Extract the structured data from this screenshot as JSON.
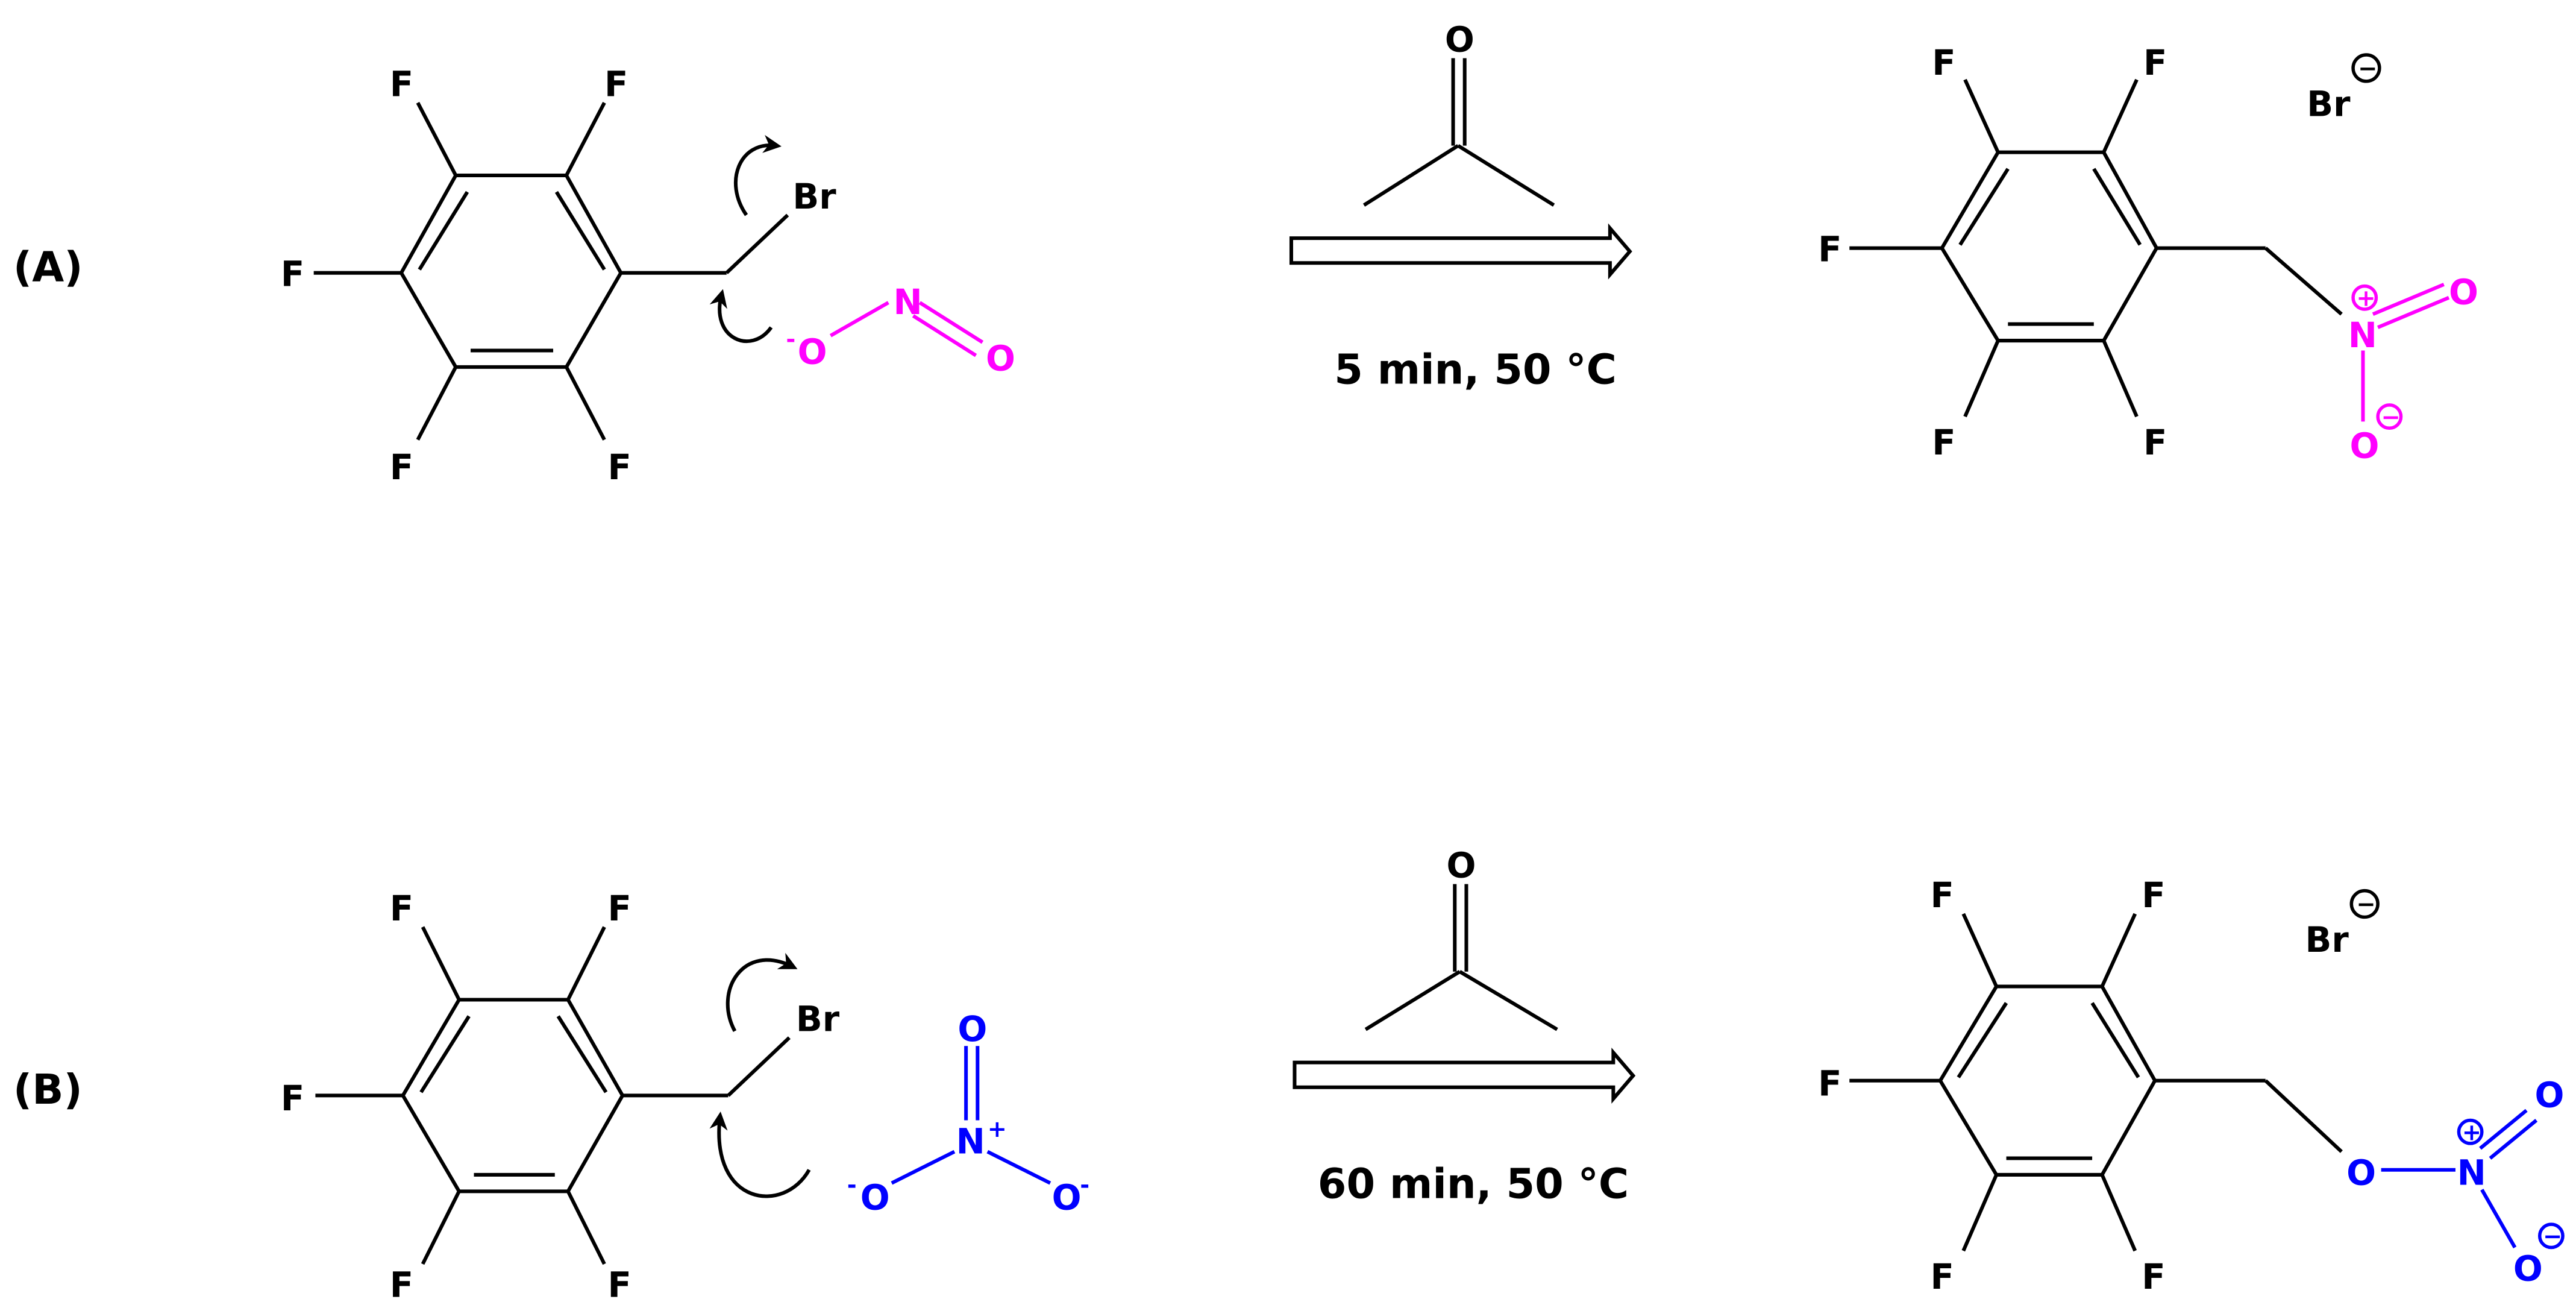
{
  "colors": {
    "bond": "#000000",
    "nitrite": "#ff00ff",
    "nitrate": "#0000ff",
    "background": "#ffffff"
  },
  "reactions": [
    {
      "label": "(A)",
      "reactant": {
        "substituents": [
          "F",
          "F",
          "F",
          "F",
          "F"
        ],
        "leaving_group": "Br"
      },
      "nucleophile": {
        "name": "nitrite",
        "atoms": {
          "o_minus": "O",
          "charge": "-",
          "n": "N",
          "o": "O"
        }
      },
      "solvent": {
        "name": "acetone",
        "o": "O"
      },
      "conditions": "5 min, 50 °C",
      "product": {
        "substituents": [
          "F",
          "F",
          "F",
          "F",
          "F"
        ],
        "group": {
          "n": "N",
          "n_charge": "+",
          "o_double": "O",
          "o_single": "O",
          "o_charge": "−"
        },
        "counterion": {
          "label": "Br",
          "charge": "−"
        }
      }
    },
    {
      "label": "(B)",
      "reactant": {
        "substituents": [
          "F",
          "F",
          "F",
          "F",
          "F"
        ],
        "leaving_group": "Br"
      },
      "nucleophile": {
        "name": "nitrate",
        "atoms": {
          "o_top": "O",
          "n": "N",
          "n_charge": "+",
          "o_left": "O",
          "o_right": "O",
          "charge": "-"
        }
      },
      "solvent": {
        "name": "acetone",
        "o": "O"
      },
      "conditions": "60 min, 50 °C",
      "product": {
        "substituents": [
          "F",
          "F",
          "F",
          "F",
          "F"
        ],
        "group": {
          "o_link": "O",
          "n": "N",
          "n_charge": "+",
          "o_double": "O",
          "o_single": "O",
          "o_charge": "−"
        },
        "counterion": {
          "label": "Br",
          "charge": "−"
        }
      }
    }
  ]
}
